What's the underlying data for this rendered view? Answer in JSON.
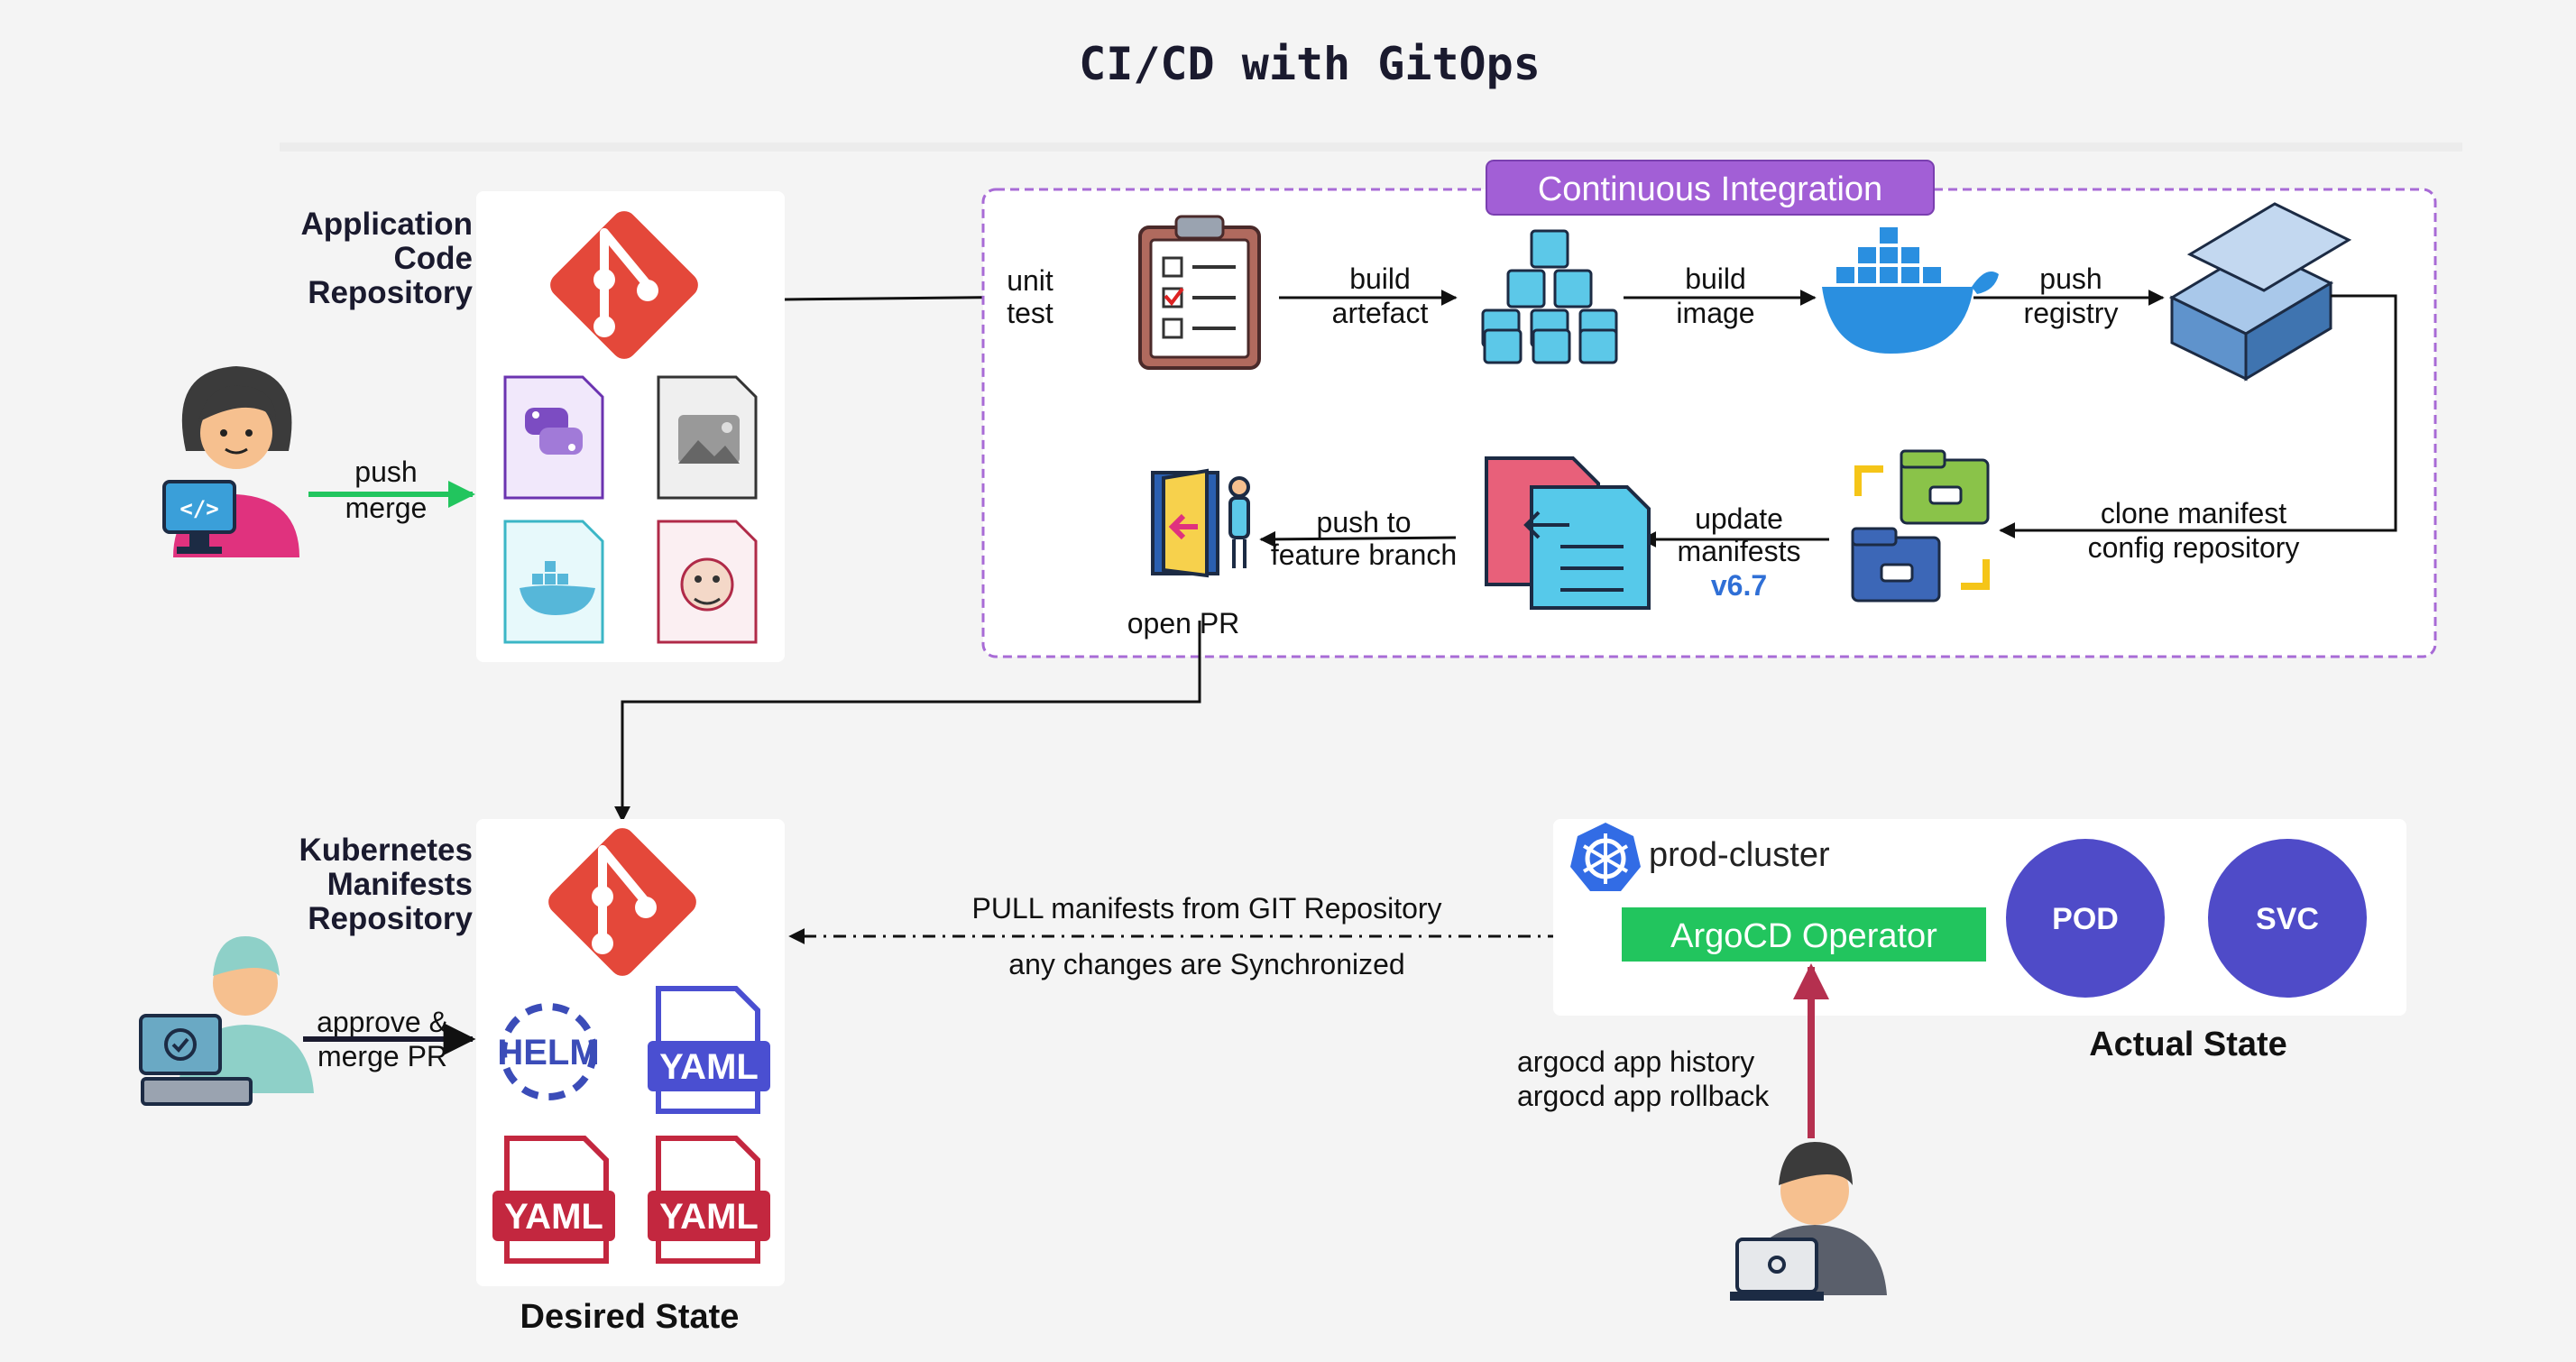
{
  "title": "CI/CD with GitOps",
  "app_repo": {
    "line1": "Application",
    "line2": "Code",
    "line3": "Repository"
  },
  "k8s_repo": {
    "line1": "Kubernetes",
    "line2": "Manifests",
    "line3": "Repository"
  },
  "dev_action": {
    "line1": "push",
    "line2": "merge"
  },
  "reviewer_action": {
    "line1": "approve &",
    "line2": "merge PR"
  },
  "ci": {
    "badge": "Continuous Integration",
    "unit_test": {
      "line1": "unit",
      "line2": "test"
    },
    "build_artefact": {
      "line1": "build",
      "line2": "artefact"
    },
    "build_image": {
      "line1": "build",
      "line2": "image"
    },
    "push_registry": {
      "line1": "push",
      "line2": "registry"
    },
    "clone_manifest": {
      "line1": "clone manifest",
      "line2": "config repository"
    },
    "update_manifests": {
      "line1": "update",
      "line2": "manifests",
      "version": "v6.7"
    },
    "push_feature": {
      "line1": "push to",
      "line2": "feature branch"
    },
    "open_pr": "open PR"
  },
  "pull": {
    "line1": "PULL manifests from GIT Repository",
    "line2": "any changes are Synchronized"
  },
  "cluster": {
    "name": "prod-cluster",
    "operator": "ArgoCD Operator",
    "pod": "POD",
    "svc": "SVC"
  },
  "ops_commands": {
    "line1": "argocd app history",
    "line2": "argocd app rollback"
  },
  "desired_state": "Desired State",
  "actual_state": "Actual State",
  "helm_label": "HELM",
  "yaml_label": "YAML",
  "colors": {
    "git": "#e4483a",
    "ci_border": "#a86bd6",
    "ci_badge": "#a25fd6",
    "argocd": "#22c55e",
    "circle": "#4f4bc8",
    "push_arrow": "#22c55e",
    "ops_arrow": "#b5304f",
    "yaml_blue": "#4a4fd1",
    "yaml_red": "#c3273f"
  }
}
